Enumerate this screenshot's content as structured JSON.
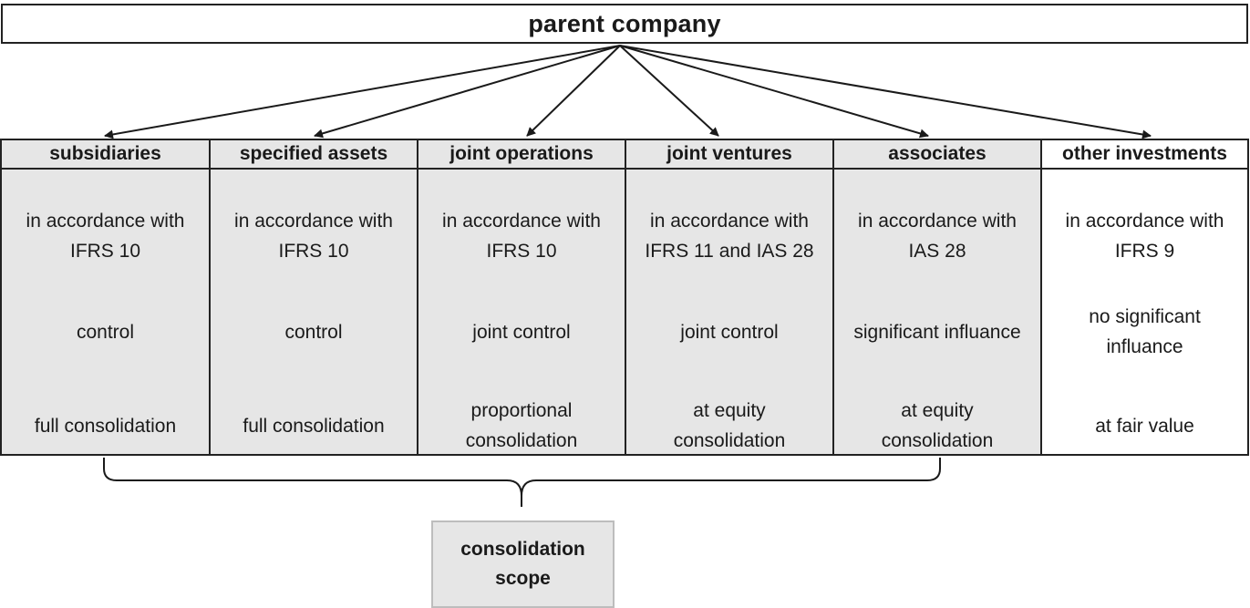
{
  "parent": "parent company",
  "columns": [
    {
      "title": "subsidiaries",
      "standard": "in accordance with\nIFRS 10",
      "criterion": "control",
      "method": "full consolidation",
      "shaded": true
    },
    {
      "title": "specified assets",
      "standard": "in accordance with\nIFRS 10",
      "criterion": "control",
      "method": "full consolidation",
      "shaded": true
    },
    {
      "title": "joint operations",
      "standard": "in accordance with\nIFRS 10",
      "criterion": "joint control",
      "method": "proportional\nconsolidation",
      "shaded": true
    },
    {
      "title": "joint ventures",
      "standard": "in accordance with\nIFRS 11 and IAS 28",
      "criterion": "joint control",
      "method": "at equity\nconsolidation",
      "shaded": true
    },
    {
      "title": "associates",
      "standard": "in accordance with\nIAS 28",
      "criterion": "significant influance",
      "method": "at equity\nconsolidation",
      "shaded": true
    },
    {
      "title": "other investments",
      "standard": "in accordance with\nIFRS 9",
      "criterion": "no significant\ninfluance",
      "method": "at fair value",
      "shaded": false
    }
  ],
  "scope": "consolidation\nscope",
  "colors": {
    "shade": "#e6e6e6",
    "border": "#222222",
    "scope_border": "#bdbdbd"
  }
}
